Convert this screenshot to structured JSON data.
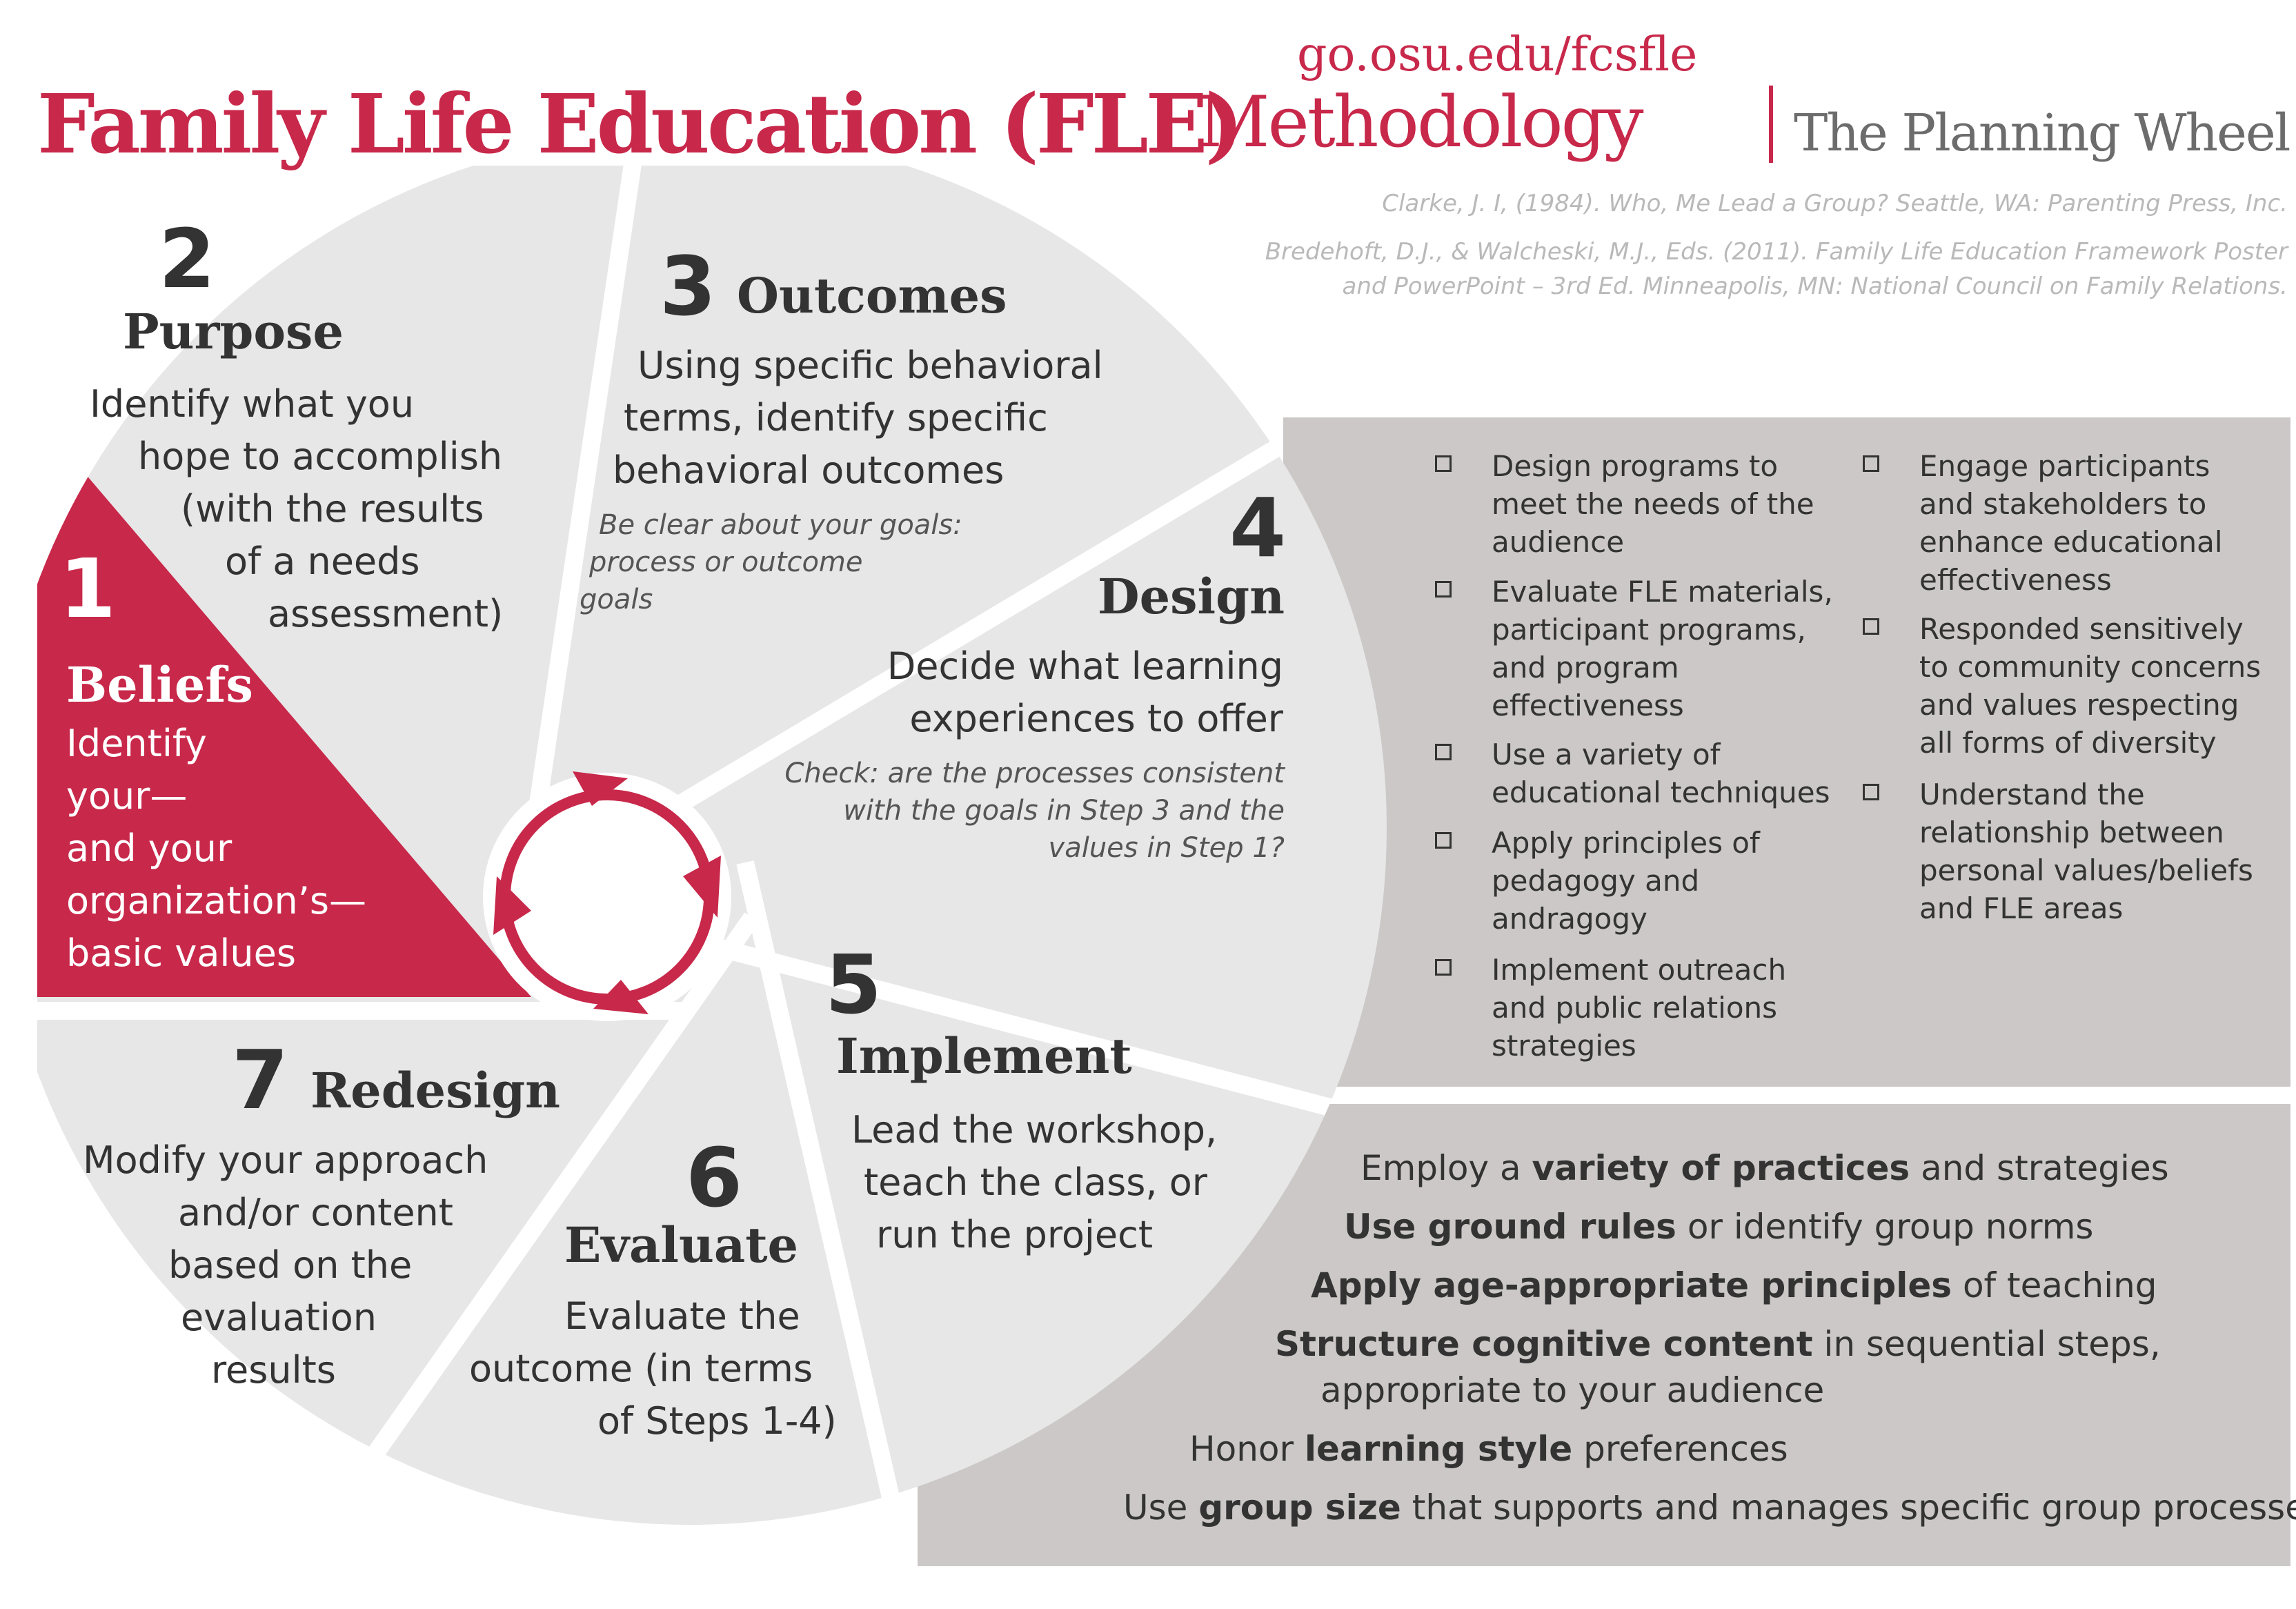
{
  "header": {
    "url": "go.osu.edu/fcsfle",
    "title": "Family Life Education (FLE)",
    "title_rest": "Methodology",
    "subtitle": "The Planning Wheel"
  },
  "citations": [
    "Clarke, J. I, (1984). Who, Me Lead a Group? Seattle, WA: Parenting Press, Inc.",
    "Bredehoft, D.J., & Walcheski, M.J., Eds. (2011). Family Life Education Framework Poster",
    "and PowerPoint – 3rd Ed. Minneapolis, MN: National Council on Family Relations."
  ],
  "colors": {
    "brand": "#c8284a",
    "segment": "#e7e7e8",
    "panel": "#cbc8c7",
    "text": "#333333"
  },
  "steps": {
    "s1": {
      "num": "1",
      "title": "Beliefs",
      "lines": [
        "Identify",
        "your—",
        "and your",
        "organization’s—",
        "basic values"
      ]
    },
    "s2": {
      "num": "2",
      "title": "Purpose",
      "lines": [
        "Identify what you",
        "hope to accomplish",
        "(with the results",
        "of a needs",
        "assessment)"
      ]
    },
    "s3": {
      "num": "3",
      "title": "Outcomes",
      "lines": [
        "Using specific behavioral",
        "terms, identify specific",
        "behavioral outcomes"
      ],
      "note": [
        "Be clear about your goals:",
        "process or outcome",
        "goals"
      ]
    },
    "s4": {
      "num": "4",
      "title": "Design",
      "lines": [
        "Decide what learning",
        "experiences to offer"
      ],
      "note": [
        "Check: are the processes consistent",
        "with the goals in Step 3 and the",
        "values in Step 1?"
      ]
    },
    "s5": {
      "num": "5",
      "title": "Implement",
      "lines": [
        "Lead the workshop,",
        "teach the class, or",
        "run the project"
      ]
    },
    "s6": {
      "num": "6",
      "title": "Evaluate",
      "lines": [
        "Evaluate the",
        "outcome (in terms",
        "of Steps 1-4)"
      ]
    },
    "s7": {
      "num": "7",
      "title": "Redesign",
      "lines": [
        "Modify your approach",
        "and/or content",
        "based on the",
        "evaluation",
        "results"
      ]
    }
  },
  "design_checklist": {
    "left": [
      "Design programs to meet the needs of the audience",
      "Evaluate FLE materials, participant programs, and program effectiveness",
      "Use a variety of educational techniques",
      "Apply principles of pedagogy and andragogy",
      "Implement outreach and public relations strategies"
    ],
    "right": [
      "Engage participants and stakeholders to enhance educational effectiveness",
      "Responded sensitively to community concerns and values respecting all forms of diversity",
      "Understand the relationship between personal values/beliefs and FLE areas"
    ]
  },
  "practices": [
    {
      "pre": "Employ a ",
      "bold": "variety of practices",
      "post": " and strategies"
    },
    {
      "pre": "",
      "bold": "Use ground rules",
      "post": " or identify group norms"
    },
    {
      "pre": "",
      "bold": "Apply age-appropriate principles",
      "post": " of teaching"
    },
    {
      "pre": "",
      "bold": "Structure cognitive content",
      "post": " in sequential steps,"
    },
    {
      "pre": "appropriate to your audience",
      "bold": "",
      "post": ""
    },
    {
      "pre": "Honor ",
      "bold": "learning style",
      "post": " preferences"
    },
    {
      "pre": "Use ",
      "bold": "group size",
      "post": " that supports and manages specific group processes"
    }
  ]
}
